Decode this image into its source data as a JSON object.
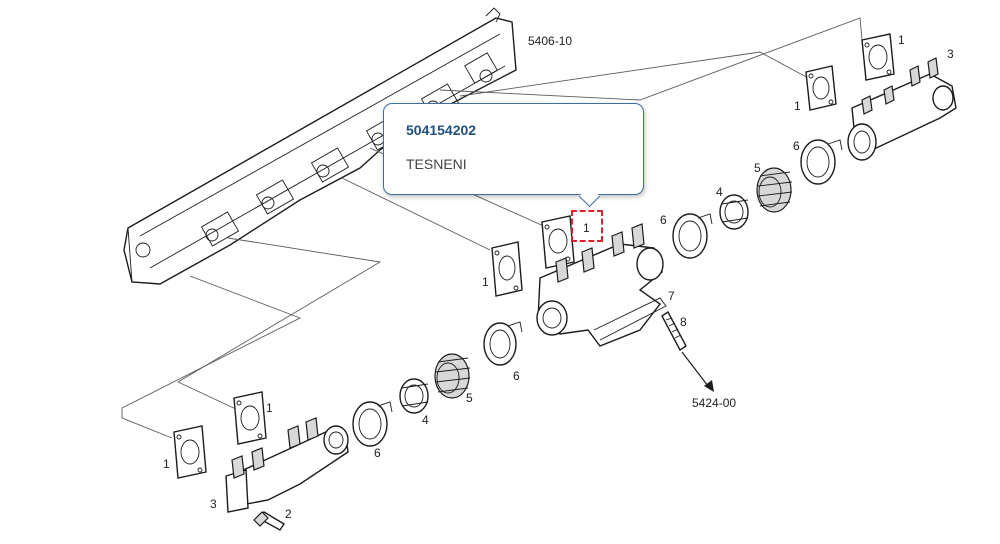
{
  "diagram": {
    "refs": {
      "cylinder_head": "5406-10",
      "exhaust_pipe": "5424-00"
    },
    "labels": {
      "gasket_top_right_a": "1",
      "gasket_top_right_b": "1",
      "manifold_right": "3",
      "clamp_right_top": "6",
      "bellows_right": "5",
      "sleeve_right": "4",
      "clamp_right_mid": "6",
      "gasket_center": "1",
      "gasket_center_left": "1",
      "center_manifold": "7",
      "stud": "8",
      "clamp_left_mid": "6",
      "bellows_left": "5",
      "sleeve_left": "4",
      "clamp_left": "6",
      "gasket_left_a": "1",
      "gasket_left_b": "1",
      "manifold_left": "3",
      "bolt": "2"
    }
  },
  "callout": {
    "part_number": "504154202",
    "part_name": "TESNENI"
  },
  "colors": {
    "callout_border": "#3d6fa0",
    "part_number_text": "#1f4f82",
    "highlight": "#e0202a"
  }
}
